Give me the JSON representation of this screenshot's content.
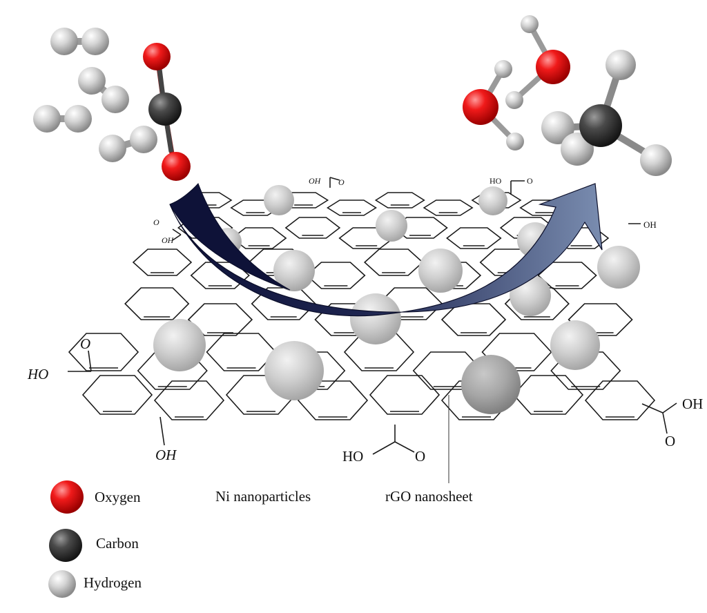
{
  "legend": {
    "oxygen": "Oxygen",
    "carbon": "Carbon",
    "hydrogen": "Hydrogen"
  },
  "captions": {
    "nanoparticles": "Ni nanoparticles",
    "nanosheet": "rGO nanosheet"
  },
  "functional_groups": {
    "left_oh": "HO",
    "left_o": "O",
    "bottom_left_oh": "OH",
    "bottom_mid_ho": "HO",
    "bottom_mid_o": "O",
    "right_oh": "OH",
    "right_o": "O",
    "top_mid_oh": "OH",
    "top_mid_o": "O",
    "top_right_ho": "HO",
    "top_right_o": "O",
    "top_left_o": "O",
    "top_left_oh": "OH",
    "right_edge_oh": "OH"
  },
  "colors": {
    "oxygen": "#e01818",
    "carbon": "#3a3a3a",
    "hydrogen": "#c8c8c8",
    "arrow_dark": "#0e1238",
    "arrow_light": "#6b7fa3"
  }
}
